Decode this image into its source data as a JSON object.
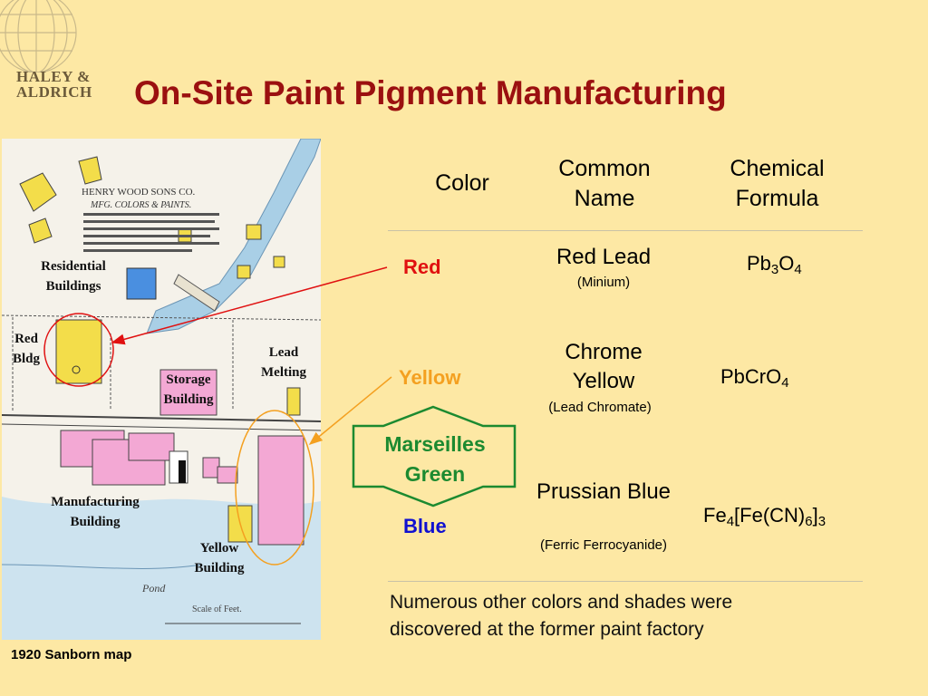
{
  "logo": {
    "line1": "HALEY &",
    "line2": "ALDRICH"
  },
  "title": "On-Site Paint Pigment Manufacturing",
  "map": {
    "caption": "1920 Sanborn map",
    "header_line1": "HENRY WOOD SONS CO.",
    "header_line2": "MFG. COLORS & PAINTS.",
    "pond_text": "Pond",
    "scale_text": "Scale of Feet.",
    "labels": {
      "residential": "Residential Buildings",
      "red_bldg": "Red Bldg",
      "storage": "Storage Building",
      "lead_melting": "Lead Melting",
      "manufacturing": "Manufacturing Building",
      "yellow": "Yellow Building"
    }
  },
  "table": {
    "headers": {
      "color": "Color",
      "common_name": "Common Name",
      "formula": "Chemical Formula"
    },
    "rows": {
      "red": {
        "color": "Red",
        "name": "Red Lead",
        "sub": "(Minium)",
        "f1": "Pb",
        "s1": "3",
        "f2": "O",
        "s2": "4"
      },
      "yellow": {
        "color": "Yellow",
        "name": "Chrome Yellow",
        "sub": "(Lead Chromate)",
        "f1": "PbCrO",
        "s1": "4"
      },
      "blue": {
        "color": "Blue",
        "name": "Prussian Blue",
        "sub": "(Ferric Ferrocyanide)",
        "f1": "Fe",
        "s1": "4",
        "f2": "[Fe(CN)",
        "s2": "6",
        "f3": "]",
        "s3": "3"
      }
    },
    "mixture": "Marseilles Green"
  },
  "footnote": "Numerous other colors and shades were discovered at the former paint factory",
  "colors": {
    "title": "#9b1010",
    "red": "#e01010",
    "yellow": "#f4a020",
    "green": "#1c8a30",
    "blue": "#1010d0"
  }
}
